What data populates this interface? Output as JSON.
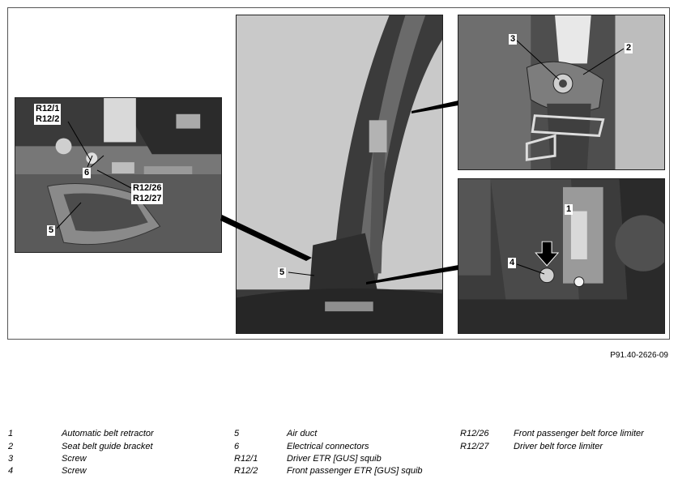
{
  "figure": {
    "reference": "P91.40-2626-09",
    "panel_labels": {
      "left": {
        "r12_1": "R12/1",
        "r12_2": "R12/2",
        "six": "6",
        "r12_26": "R12/26",
        "r12_27": "R12/27",
        "five": "5"
      },
      "center": {
        "five": "5"
      },
      "top_right": {
        "three": "3",
        "two": "2"
      },
      "bottom_right": {
        "one": "1",
        "four": "4"
      }
    }
  },
  "legend": [
    {
      "key": "1",
      "desc": "Automatic belt retractor"
    },
    {
      "key": "2",
      "desc": "Seat belt guide bracket"
    },
    {
      "key": "3",
      "desc": "Screw"
    },
    {
      "key": "4",
      "desc": "Screw"
    },
    {
      "key": "5",
      "desc": "Air duct"
    },
    {
      "key": "6",
      "desc": "Electrical connectors"
    },
    {
      "key": "R12/1",
      "desc": "Driver ETR [GUS] squib"
    },
    {
      "key": "R12/2",
      "desc": "Front passenger ETR [GUS] squib"
    },
    {
      "key": "R12/26",
      "desc": "Front passenger belt force limiter"
    },
    {
      "key": "R12/27",
      "desc": "Driver belt force limiter"
    }
  ]
}
